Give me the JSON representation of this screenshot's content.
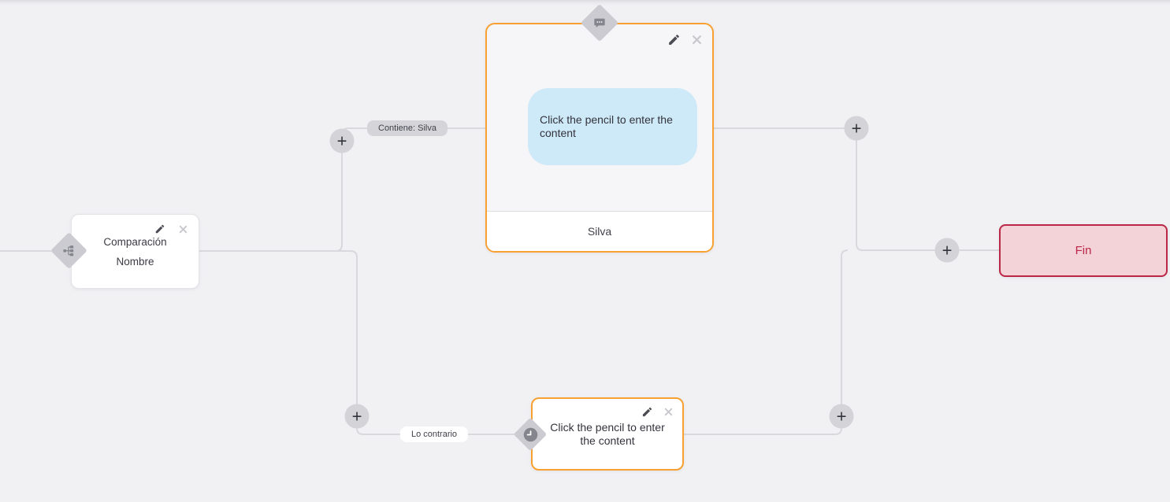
{
  "canvas": {
    "background_color": "#f1f1f4",
    "wire_color": "#d9d9dd"
  },
  "controls": {
    "plus": "+"
  },
  "edges": {
    "contains_label": "Contiene: Silva",
    "otherwise_label": "Lo contrario"
  },
  "condition_node": {
    "line1": "Comparación",
    "line2": "Nombre",
    "type_icon": "sitemap-icon"
  },
  "message_node": {
    "bubble_text": "Click the pencil to enter the content",
    "footer_text": "Silva",
    "type_icon": "chat-bubble-icon",
    "border_color": "#f8a132",
    "bubble_color": "#cee9f7"
  },
  "delay_node": {
    "text": "Click the pencil to enter the content",
    "type_icon": "clock-icon",
    "border_color": "#f8a132"
  },
  "end_node": {
    "label": "Fin",
    "background_color": "#f3d2d8",
    "border_color": "#bb2847"
  },
  "icons": {
    "edit": "pencil-icon",
    "delete": "x-icon"
  }
}
